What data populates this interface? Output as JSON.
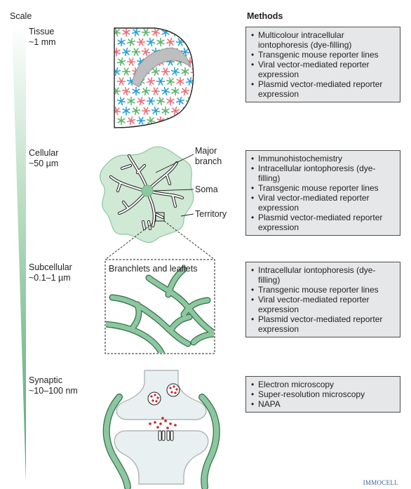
{
  "scale": {
    "title": "Scale",
    "gradient_top": "#ffffff",
    "gradient_bottom": "#4ea86a"
  },
  "levels": [
    {
      "name": "Tissue",
      "range": "~1 mm"
    },
    {
      "name": "Cellular",
      "range": "~50 µm"
    },
    {
      "name": "Subcellular",
      "range": "~0.1–1 µm"
    },
    {
      "name": "Synaptic",
      "range": "~10–100 nm"
    }
  ],
  "methods": {
    "title": "Methods",
    "tissue": [
      "Multicolour intracellular iontophoresis (dye-filling)",
      "Transgenic mouse reporter lines",
      "Viral vector-mediated reporter expression",
      "Plasmid vector-mediated reporter expression"
    ],
    "cellular": [
      "Immunohistochemistry",
      "Intracellular iontophoresis (dye-filling)",
      "Transgenic mouse reporter lines",
      "Viral vector-mediated reporter expression",
      "Plasmid vector-mediated reporter expression"
    ],
    "subcellular": [
      "Intracellular iontophoresis (dye-filling)",
      "Transgenic mouse reporter lines",
      "Viral vector-mediated reporter expression",
      "Plasmid vector-mediated reporter expression"
    ],
    "synaptic": [
      "Electron microscopy",
      "Super-resolution microscopy",
      "NAPA"
    ]
  },
  "callouts": {
    "major_branch": "Major branch",
    "soma": "Soma",
    "territory": "Territory",
    "branchlets": "Branchlets and leaflets"
  },
  "colors": {
    "astro_fill": "#cfe9d4",
    "astro_stroke": "#5da96f",
    "branch_green": "#8cc7a0",
    "branch_dark": "#2f6b45",
    "cell_blue": "#2a9fd8",
    "cell_red": "#e8707a",
    "cell_green": "#5cb36f"
  },
  "brand": "IMMOCELL"
}
